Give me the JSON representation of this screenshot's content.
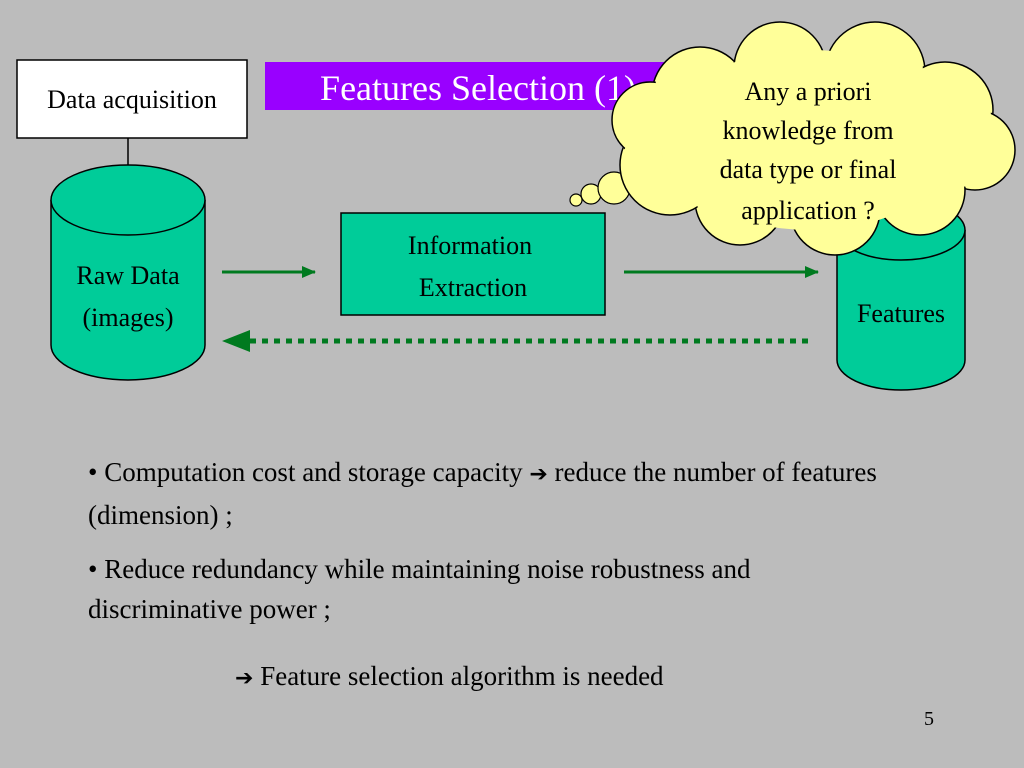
{
  "slide": {
    "title": "Features Selection (1)",
    "page_number": "5"
  },
  "diagram": {
    "data_acquisition_label": "Data acquisition",
    "raw_data_label_line1": "Raw Data",
    "raw_data_label_line2": "(images)",
    "information_extraction_line1": "Information",
    "information_extraction_line2": "Extraction",
    "features_label": "Features",
    "thought_bubble_lines": [
      "Any a priori",
      "knowledge from",
      "data type or final",
      "application ?"
    ]
  },
  "bullets": [
    {
      "before_arrow": "• Computation cost and storage capacity ",
      "arrow": "➔",
      "after_arrow": " reduce the number of features (dimension) ;"
    },
    {
      "text": "• Reduce redundancy while maintaining noise robustness and discriminative power ;"
    }
  ],
  "conclusion": {
    "arrow": "➔",
    "text": " Feature selection algorithm is needed"
  },
  "colors": {
    "background": "#bcbcbc",
    "title_background": "#9900ff",
    "teal": "#00cc99",
    "arrow_green": "#007a1f",
    "bubble": "#ffff99"
  }
}
